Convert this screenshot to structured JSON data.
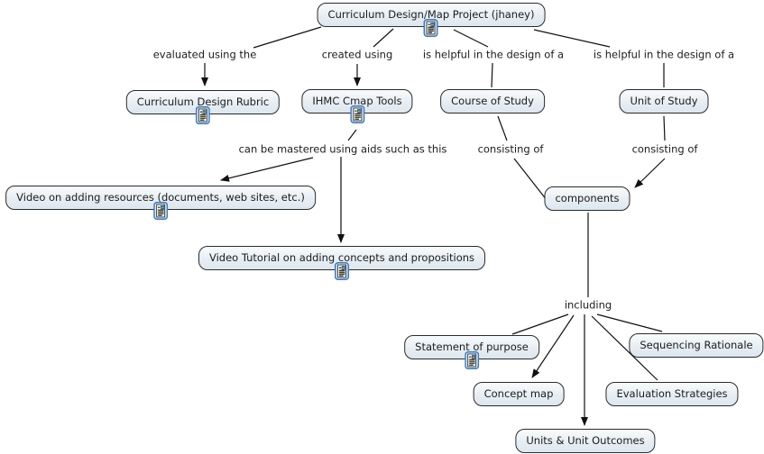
{
  "map": {
    "title": "Curriculum Design/Map Project (jhaney)",
    "tool": "concept map"
  },
  "nodes": [
    {
      "id": "curriculum-project",
      "label": "Curriculum Design/Map Project (jhaney)",
      "has_resource_icon": true
    },
    {
      "id": "curriculum-design-rubric",
      "label": "Curriculum Design Rubric",
      "has_resource_icon": true
    },
    {
      "id": "ihmc-cmap-tools",
      "label": "IHMC Cmap Tools",
      "has_resource_icon": true
    },
    {
      "id": "course-of-study",
      "label": "Course of Study",
      "has_resource_icon": false
    },
    {
      "id": "unit-of-study",
      "label": "Unit of Study",
      "has_resource_icon": false
    },
    {
      "id": "video-adding-resources",
      "label": "Video on adding resources (documents, web sites, etc.)",
      "has_resource_icon": true
    },
    {
      "id": "components",
      "label": "components",
      "has_resource_icon": false
    },
    {
      "id": "video-tutorial",
      "label": "Video Tutorial on adding concepts and propositions",
      "has_resource_icon": true
    },
    {
      "id": "statement-of-purpose",
      "label": "Statement of purpose",
      "has_resource_icon": true
    },
    {
      "id": "sequencing-rationale",
      "label": "Sequencing Rationale",
      "has_resource_icon": false
    },
    {
      "id": "concept-map",
      "label": "Concept map",
      "has_resource_icon": false
    },
    {
      "id": "evaluation-strategies",
      "label": "Evaluation Strategies",
      "has_resource_icon": false
    },
    {
      "id": "units-unit-outcomes",
      "label": "Units & Unit Outcomes",
      "has_resource_icon": false
    }
  ],
  "linking_phrases": [
    {
      "id": "evaluated-using-the",
      "label": "evaluated using the"
    },
    {
      "id": "created-using",
      "label": "created using"
    },
    {
      "id": "helpful-design-1",
      "label": "is helpful in the design of a"
    },
    {
      "id": "helpful-design-2",
      "label": "is helpful in the design of a"
    },
    {
      "id": "can-be-mastered",
      "label": "can be mastered using aids such as this"
    },
    {
      "id": "consisting-of-1",
      "label": "consisting of"
    },
    {
      "id": "consisting-of-2",
      "label": "consisting of"
    },
    {
      "id": "including",
      "label": "including"
    }
  ],
  "icons": {
    "resource_icon": "document-with-image-resource-icon"
  },
  "colors": {
    "background": "#ffffff",
    "node_fill_top": "#f8fbfd",
    "node_fill_bottom": "#dde7ee",
    "node_border": "#2b2b2b",
    "text": "#1c1c1c",
    "line": "#111111",
    "resource_icon_frame": "#3b78c3",
    "resource_icon_frame_fill": "#d6e9fb",
    "resource_icon_paper": "#fdfbe8",
    "resource_icon_thumb": "#2f6bb0"
  }
}
